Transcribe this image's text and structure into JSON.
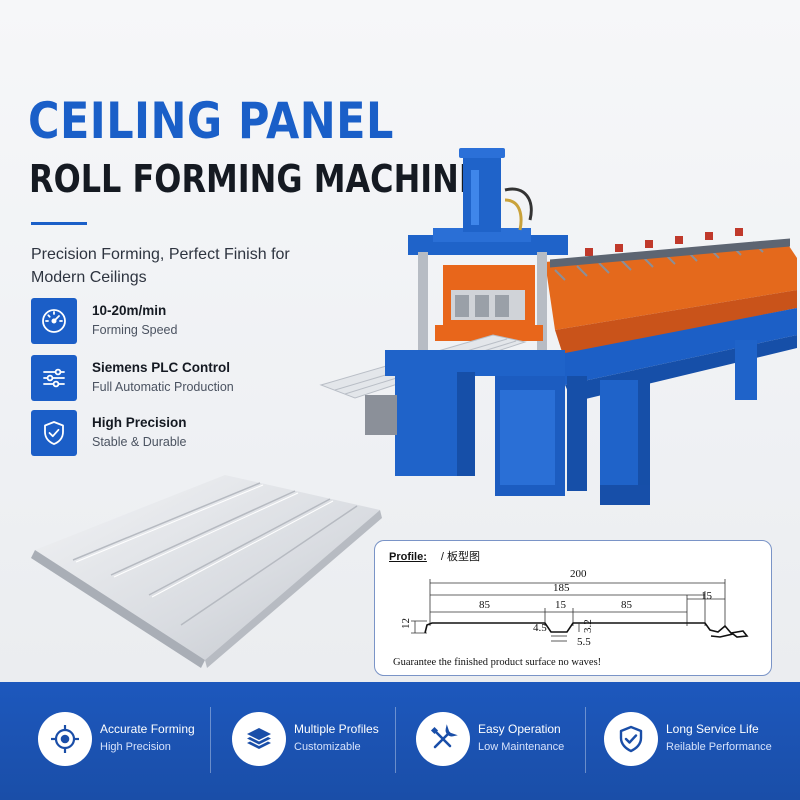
{
  "header": {
    "title_line1": "CEILING PANEL",
    "title_line2": "ROLL FORMING MACHINE",
    "tagline": "Precision Forming, Perfect Finish for Modern Ceilings"
  },
  "features": [
    {
      "icon": "speedometer-icon",
      "title": "10-20m/min",
      "subtitle": "Forming Speed"
    },
    {
      "icon": "sliders-icon",
      "title": "Siemens PLC Control",
      "subtitle": "Full Automatic Production"
    },
    {
      "icon": "shield-check-icon",
      "title": "High Precision",
      "subtitle": "Stable & Durable"
    }
  ],
  "profile": {
    "label": "Profile:",
    "label_cn": "/ 板型图",
    "dims": {
      "total": "200",
      "inner": "185",
      "left": "85",
      "mid": "15",
      "right": "85",
      "lip": "15",
      "height": "12",
      "a": "4.5",
      "b": "3.2",
      "c": "5.5"
    },
    "note": "Guarantee the finished product surface no waves!"
  },
  "bottom_features": [
    {
      "icon": "target-icon",
      "title": "Accurate Forming",
      "subtitle": "High Precision"
    },
    {
      "icon": "layers-icon",
      "title": "Multiple Profiles",
      "subtitle": "Customizable"
    },
    {
      "icon": "tools-icon",
      "title": "Easy Operation",
      "subtitle": "Low Maintenance"
    },
    {
      "icon": "shield-check-icon",
      "title": "Long Service Life",
      "subtitle": "Reilable Performance"
    }
  ],
  "colors": {
    "brand_blue": "#1a5fc8",
    "machine_blue": "#1f63c9",
    "machine_orange": "#e8661b",
    "bottom_bar": "#1d58bd"
  }
}
